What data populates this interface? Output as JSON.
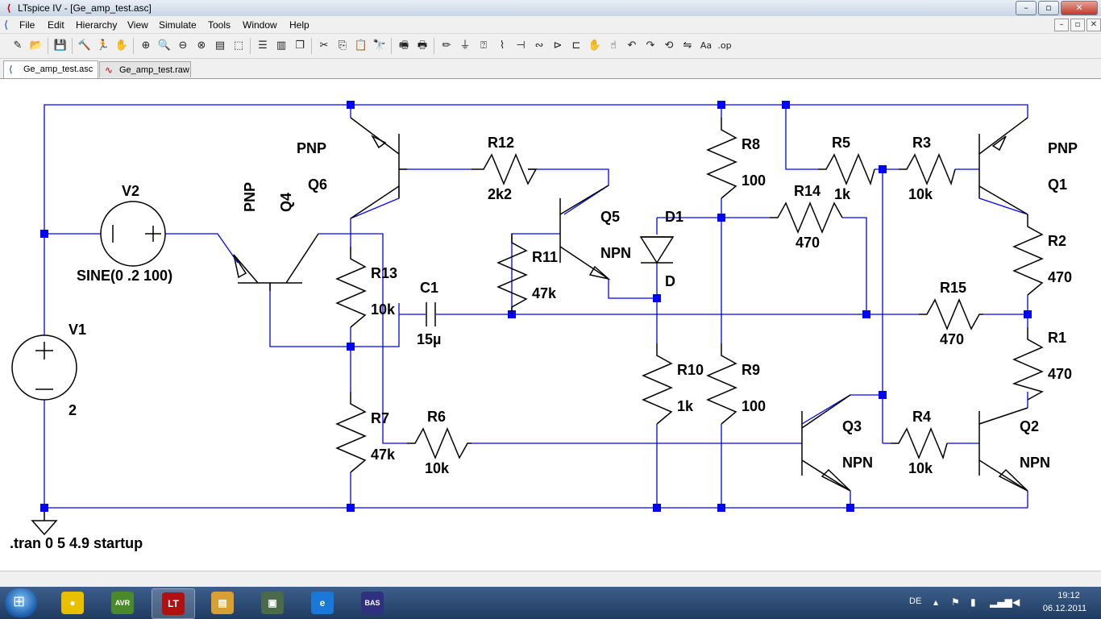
{
  "window": {
    "title": "LTspice IV - [Ge_amp_test.asc]",
    "app_icon": "ltspice-icon",
    "controls": {
      "minimize": "–",
      "maximize": "▫",
      "close": "✕"
    }
  },
  "menu": {
    "items": [
      "File",
      "Edit",
      "Hierarchy",
      "View",
      "Simulate",
      "Tools",
      "Window",
      "Help"
    ],
    "mdi_controls": {
      "minimize": "–",
      "restore": "▫",
      "close": "✕"
    }
  },
  "toolbar": {
    "buttons": [
      {
        "name": "new-schematic-icon",
        "glyph": "✎"
      },
      {
        "name": "open-icon",
        "glyph": "📂"
      },
      {
        "name": "save-icon",
        "glyph": "💾"
      },
      {
        "name": "control-panel-icon",
        "glyph": "🔨"
      },
      {
        "name": "run-icon",
        "glyph": "🏃"
      },
      {
        "name": "halt-icon",
        "glyph": "✋"
      },
      {
        "name": "zoom-in-icon",
        "glyph": "⊕"
      },
      {
        "name": "pan-icon",
        "glyph": "🔍"
      },
      {
        "name": "zoom-out-icon",
        "glyph": "⊖"
      },
      {
        "name": "zoom-fit-icon",
        "glyph": "⊗"
      },
      {
        "name": "autorange-icon",
        "glyph": "▤"
      },
      {
        "name": "zoom-back-icon",
        "glyph": "⬚"
      },
      {
        "name": "tile-horizontal-icon",
        "glyph": "☰"
      },
      {
        "name": "tile-vertical-icon",
        "glyph": "▥"
      },
      {
        "name": "cascade-icon",
        "glyph": "❐"
      },
      {
        "name": "cut-icon",
        "glyph": "✂"
      },
      {
        "name": "copy-icon",
        "glyph": "⎘"
      },
      {
        "name": "paste-icon",
        "glyph": "📋"
      },
      {
        "name": "find-icon",
        "glyph": "🔭"
      },
      {
        "name": "print-setup-icon",
        "glyph": "🖷"
      },
      {
        "name": "print-icon",
        "glyph": "🖶"
      },
      {
        "name": "draw-wire-icon",
        "glyph": "✏"
      },
      {
        "name": "ground-icon",
        "glyph": "⏚"
      },
      {
        "name": "label-net-icon",
        "glyph": "⍰"
      },
      {
        "name": "resistor-icon",
        "glyph": "⌇"
      },
      {
        "name": "capacitor-icon",
        "glyph": "⊣"
      },
      {
        "name": "inductor-icon",
        "glyph": "∾"
      },
      {
        "name": "diode-icon",
        "glyph": "⊳"
      },
      {
        "name": "component-icon",
        "glyph": "⊏"
      },
      {
        "name": "move-icon",
        "glyph": "✋"
      },
      {
        "name": "drag-icon",
        "glyph": "☝"
      },
      {
        "name": "undo-icon",
        "glyph": "↶"
      },
      {
        "name": "redo-icon",
        "glyph": "↷"
      },
      {
        "name": "rotate-icon",
        "glyph": "⟲"
      },
      {
        "name": "mirror-icon",
        "glyph": "⇋"
      },
      {
        "name": "text-icon",
        "glyph": "Aa"
      },
      {
        "name": "spice-directive-icon",
        "glyph": ".op"
      }
    ]
  },
  "tabs": [
    {
      "label": "Ge_amp_test.asc",
      "icon": "schematic-icon",
      "active": true
    },
    {
      "label": "Ge_amp_test.raw",
      "icon": "waveform-icon",
      "active": false
    }
  ],
  "schematic": {
    "labels": {
      "pnp_q6": "PNP",
      "q6": "Q6",
      "pnp_q4": "PNP",
      "q4": "Q4",
      "v2": "V2",
      "v2_value": "SINE(0 .2 100)",
      "v1": "V1",
      "v1_value": "2",
      "r12": "R12",
      "r12_value": "2k2",
      "r13": "R13",
      "r13_value": "10k",
      "c1": "C1",
      "c1_value": "15µ",
      "r7": "R7",
      "r7_value": "47k",
      "r6": "R6",
      "r6_value": "10k",
      "r11": "R11",
      "r11_value": "47k",
      "q5": "Q5",
      "npn_q5": "NPN",
      "d1": "D1",
      "d1_model": "D",
      "r10": "R10",
      "r10_value": "1k",
      "r8": "R8",
      "r8_value": "100",
      "r9": "R9",
      "r9_value": "100",
      "r5": "R5",
      "r5_value": "1k",
      "r14": "R14",
      "r14_value": "470",
      "r3": "R3",
      "r3_value": "10k",
      "pnp_q1": "PNP",
      "q1": "Q1",
      "r2": "R2",
      "r2_value": "470",
      "r15": "R15",
      "r15_value": "470",
      "r1": "R1",
      "r1_value": "470",
      "q3": "Q3",
      "npn_q3": "NPN",
      "r4": "R4",
      "r4_value": "10k",
      "q2": "Q2",
      "npn_q2": "NPN",
      "directive": ".tran 0 5 4.9 startup"
    },
    "colors": {
      "wire": "#0000ff",
      "junction": "#0000ff",
      "component": "#000000",
      "text": "#000000"
    }
  },
  "taskbar": {
    "start_icon": "windows-start-icon",
    "apps": [
      {
        "name": "lotus-app-icon",
        "glyph": "●",
        "color": "#e8c000"
      },
      {
        "name": "avr-app-icon",
        "glyph": "AVR",
        "color": "#4a8a2a"
      },
      {
        "name": "ltspice-app-icon",
        "glyph": "LT",
        "color": "#b01010"
      },
      {
        "name": "explorer-app-icon",
        "glyph": "▤",
        "color": "#d8a030"
      },
      {
        "name": "terminal-app-icon",
        "glyph": "▣",
        "color": "#4a6a4a"
      },
      {
        "name": "ie-app-icon",
        "glyph": "e",
        "color": "#1a78d8"
      },
      {
        "name": "basic-app-icon",
        "glyph": "BAS",
        "color": "#303080"
      }
    ],
    "tray": {
      "language": "DE",
      "time": "19:12",
      "date": "06.12.2011"
    }
  }
}
